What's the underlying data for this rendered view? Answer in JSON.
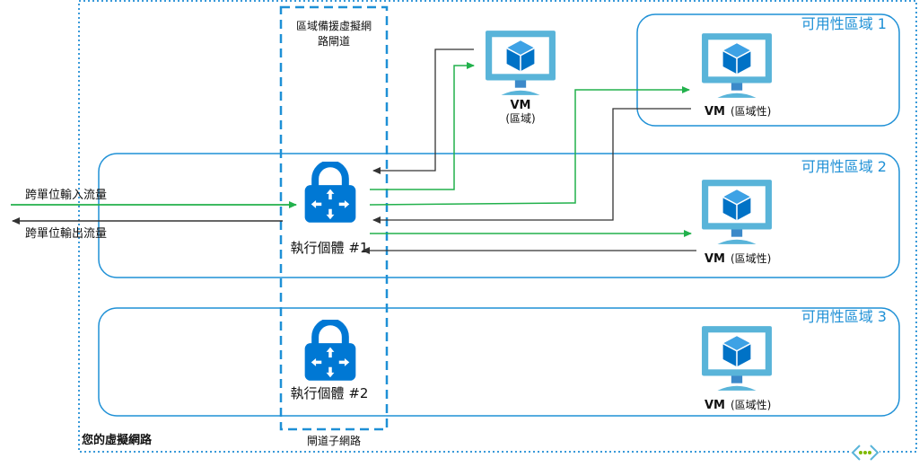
{
  "colors": {
    "accent_blue": "#1e90d6",
    "icon_blue": "#0078d4",
    "green_flow": "#22b14c",
    "dark_flow": "#333333",
    "vnet_border": "#3a9ad9"
  },
  "vnet": {
    "label": "您的虛擬網路"
  },
  "gateway_subnet": {
    "title_line1": "區域備援虛擬網",
    "title_line2": "路閘道",
    "bottom_label": "閘道子網路"
  },
  "traffic": {
    "inbound": "跨單位輸入流量",
    "outbound": "跨單位輸出流量"
  },
  "zones": [
    {
      "label": "可用性區域 1"
    },
    {
      "label": "可用性區域 2"
    },
    {
      "label": "可用性區域 3"
    }
  ],
  "instances": [
    {
      "label": "執行個體 #1"
    },
    {
      "label": "執行個體 #2"
    }
  ],
  "vms": [
    {
      "title": "VM",
      "sub": "(區域)"
    },
    {
      "title": "VM",
      "sub": "(區域性)"
    },
    {
      "title": "VM",
      "sub": "(區域性)"
    },
    {
      "title": "VM",
      "sub": "(區域性)"
    }
  ],
  "icons": {
    "vm": "monitor-cube-icon",
    "gateway": "lock-arrows-icon",
    "vnet_badge": "dots-chevron-icon"
  }
}
